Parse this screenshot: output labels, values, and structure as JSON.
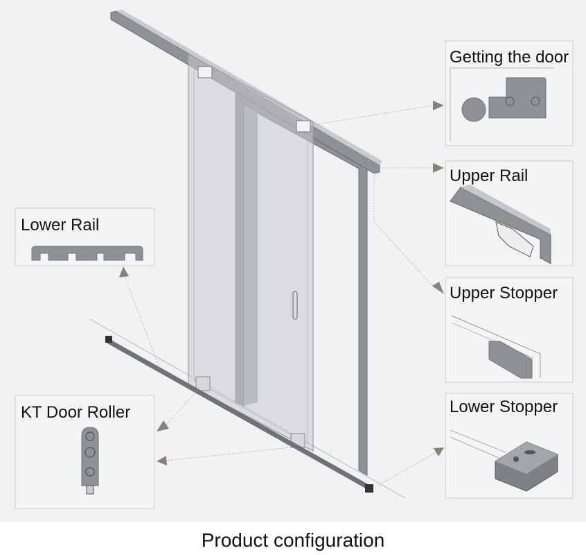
{
  "panels": {
    "getting_door": "Getting the door",
    "upper_rail": "Upper Rail",
    "upper_stopper": "Upper Stopper",
    "lower_stopper": "Lower Stopper",
    "lower_rail": "Lower Rail",
    "kt_roller": "KT Door Roller"
  },
  "caption": "Product configuration",
  "colors": {
    "background": "#f1f2f4",
    "part": "#8e9196",
    "arrow": "#8a8275"
  }
}
